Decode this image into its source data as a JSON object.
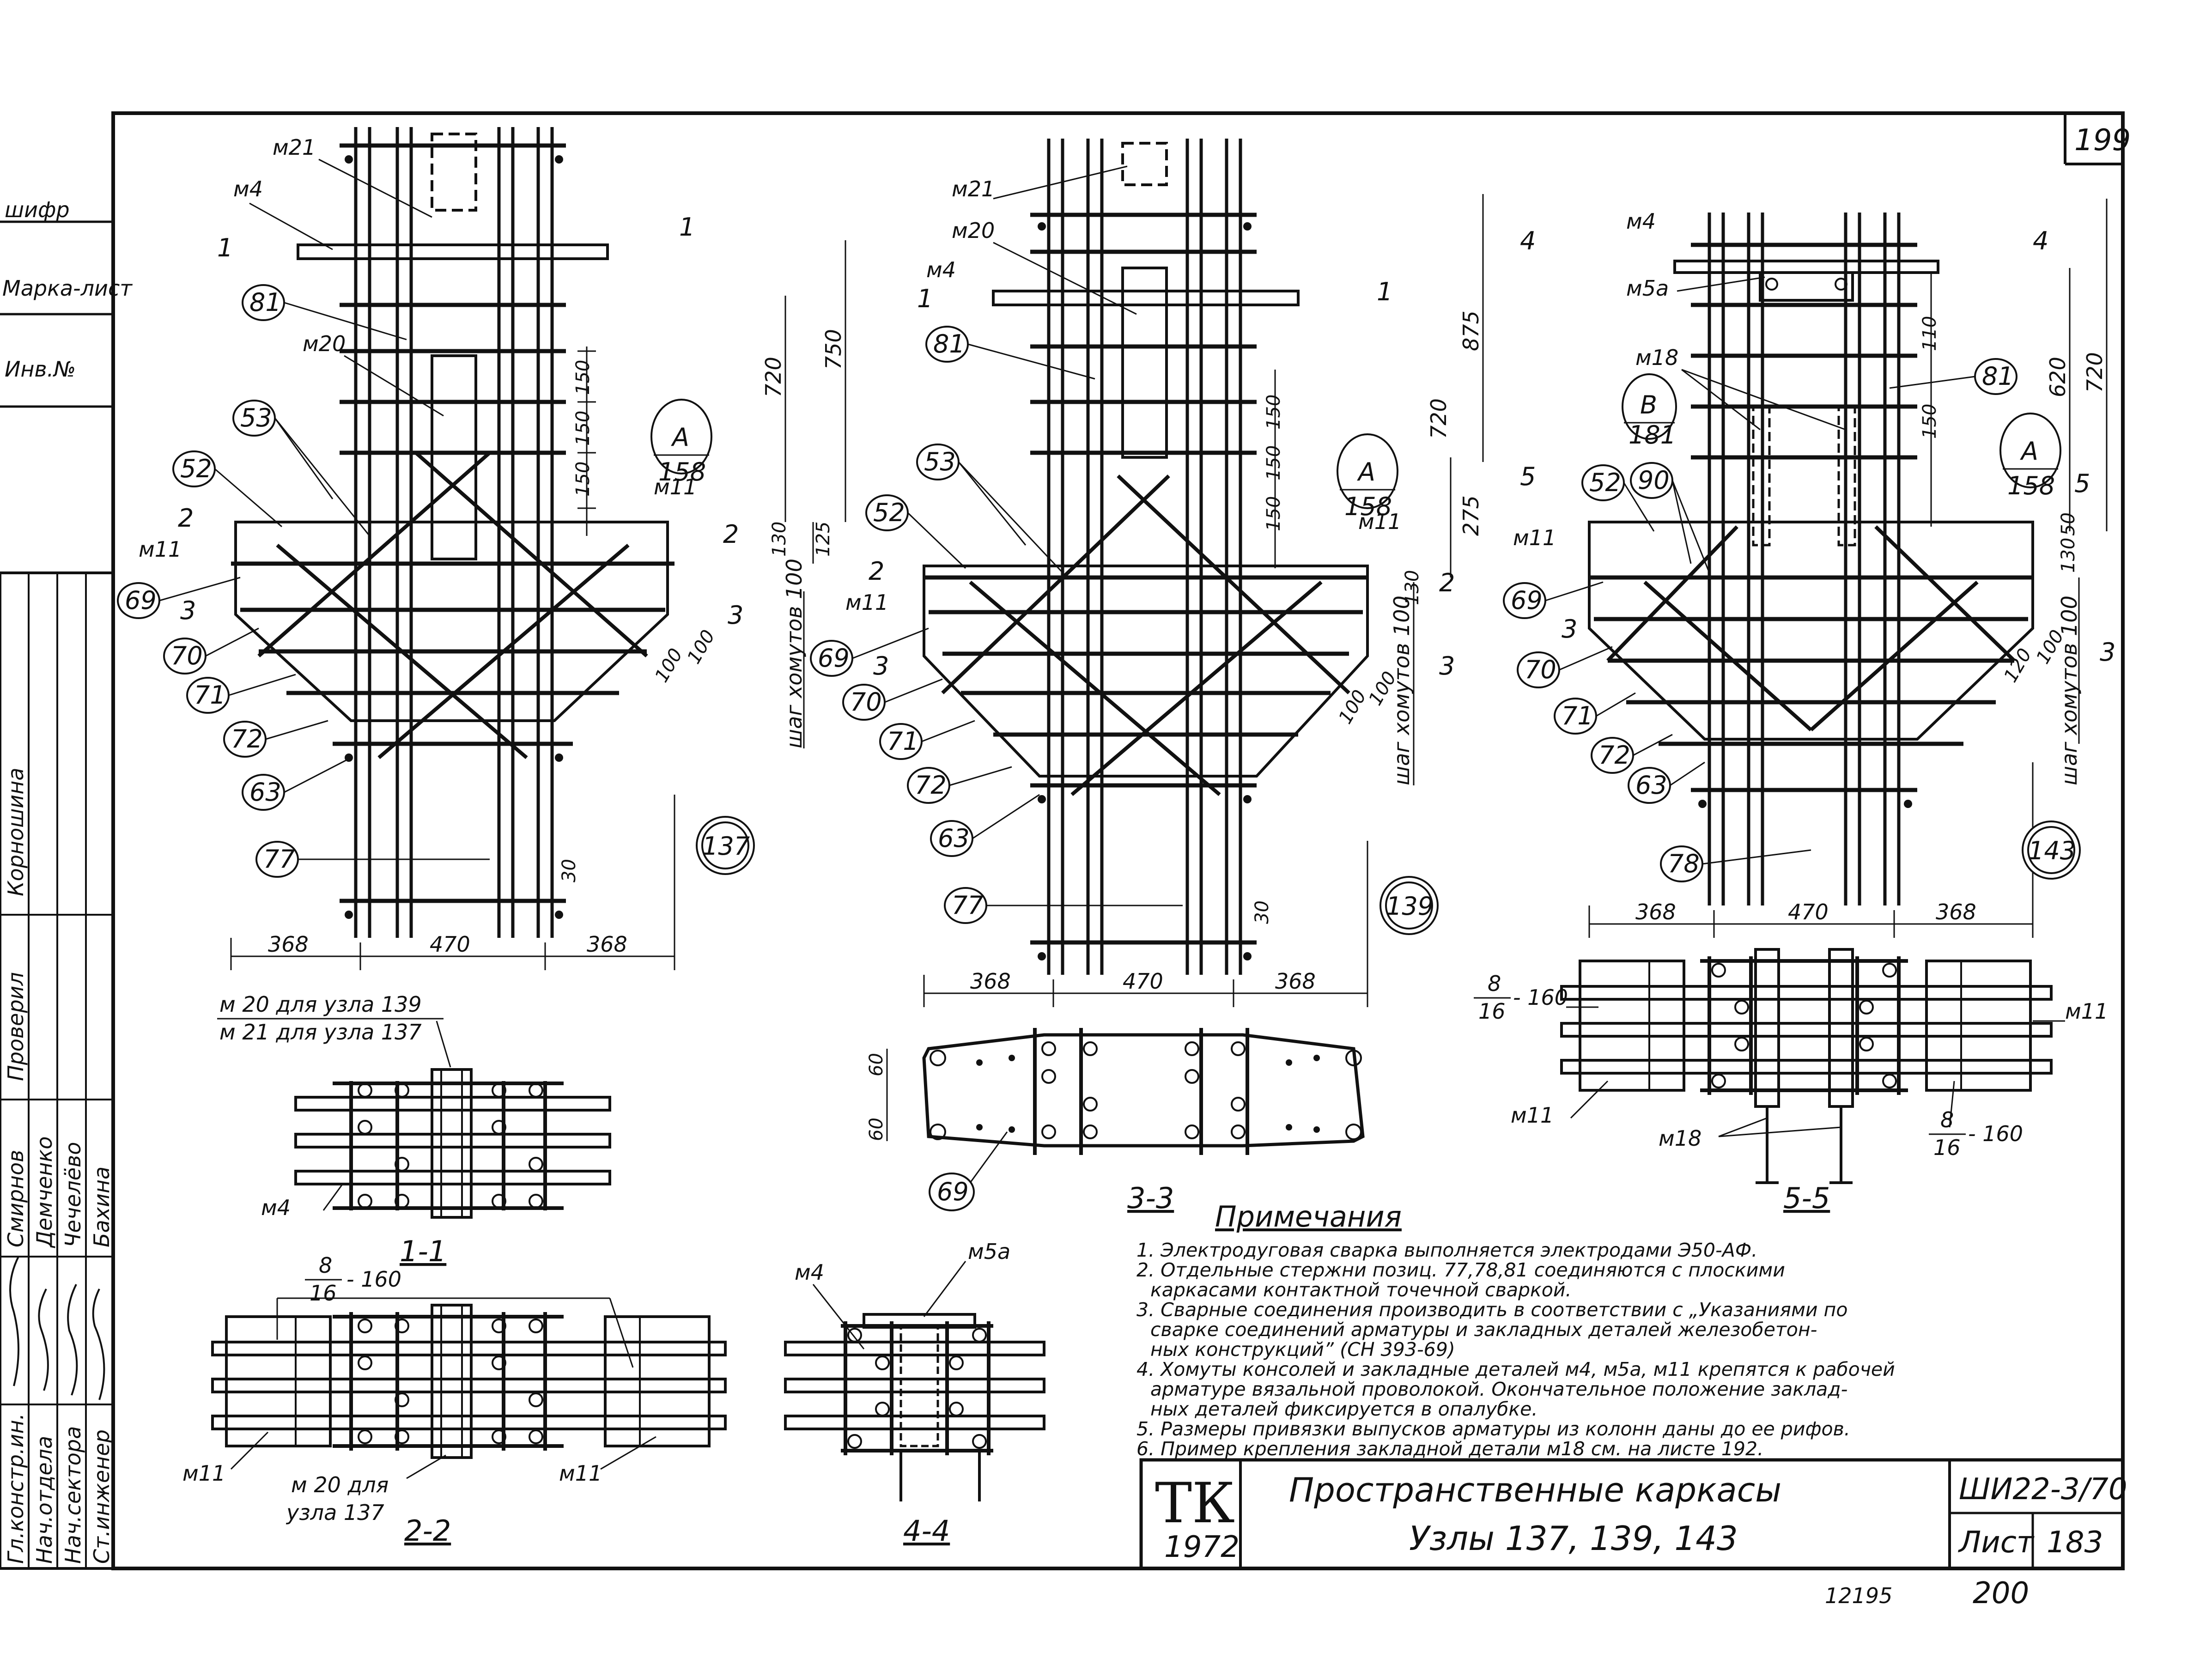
{
  "sheet": {
    "number": "199",
    "bottom_left_code": "12195",
    "bottom_right_code": "200",
    "left_tabs": [
      "шифр",
      "Марка-лист",
      "Инв.№"
    ],
    "staff": [
      {
        "role": "Гл.констр.ин.",
        "name": "Смирнов"
      },
      {
        "role": "Нач.отдела",
        "name": "Демченко"
      },
      {
        "role": "Нач.сектора",
        "name": "Чечелёво"
      },
      {
        "role": "Ст.инженер",
        "name": "Бахина"
      }
    ],
    "checked_label": "Проверил",
    "checked_name": "Корношина"
  },
  "title_block": {
    "logo_text": "ТК",
    "logo_year": "1972",
    "title_line1": "Пространственные каркасы",
    "title_line2": "Узлы 137, 139, 143",
    "series": "ШИ22-3/70",
    "sheet_label": "Лист",
    "sheet_number": "183"
  },
  "nodes": [
    {
      "id": "137",
      "marks": [
        "м21",
        "м4",
        "м20",
        "м11",
        "81",
        "53",
        "52",
        "69",
        "70",
        "71",
        "72",
        "63",
        "77"
      ],
      "dims": [
        "150",
        "150",
        "150",
        "720",
        "750",
        "130",
        "125",
        "100",
        "100",
        "30",
        "368",
        "470",
        "368"
      ],
      "stirrup_label": "шаг хомутов 100",
      "cuts": [
        "1",
        "2",
        "3"
      ]
    },
    {
      "id": "139",
      "marks": [
        "м21",
        "м20",
        "м4",
        "м11",
        "81",
        "53",
        "52",
        "69",
        "70",
        "71",
        "72",
        "63",
        "77"
      ],
      "dims": [
        "875",
        "720",
        "275",
        "150",
        "150",
        "150",
        "130",
        "100",
        "100",
        "30",
        "368",
        "470",
        "368"
      ],
      "stirrup_label": "шаг хомутов 100",
      "cuts": [
        "1",
        "2",
        "3"
      ]
    },
    {
      "id": "143",
      "marks": [
        "м4",
        "м5а",
        "м18",
        "м11",
        "81",
        "52",
        "90",
        "69",
        "70",
        "71",
        "72",
        "63",
        "78"
      ],
      "dims": [
        "110",
        "620",
        "720",
        "150",
        "50",
        "130",
        "120",
        "100",
        "368",
        "470",
        "368"
      ],
      "stirrup_label": "шаг хомутов 100",
      "cuts": [
        "4",
        "5",
        "3"
      ]
    }
  ],
  "bubble_A158": {
    "top": "А",
    "bottom": "158"
  },
  "bubble_B181": {
    "top": "В",
    "bottom": "181"
  },
  "sections": {
    "s11": {
      "title": "1-1",
      "label_a": "м 20 для узла 139",
      "label_b": "м 21 для узла 137",
      "label_m4": "м4"
    },
    "s22": {
      "title": "2-2",
      "label_frac_top": "8",
      "label_frac_bot": "16",
      "label_frac_tail": "- 160",
      "label_m11_left": "м11",
      "label_m11_right": "м11",
      "label_m20a": "м 20 для",
      "label_m20b": "узла 137"
    },
    "s33": {
      "title": "3-3",
      "dim1": "60",
      "dim2": "60",
      "mark": "69"
    },
    "s44": {
      "title": "4-4",
      "label_m4": "м4",
      "label_m5": "м5а"
    },
    "s55": {
      "title": "5-5",
      "label_frac_top": "8",
      "label_frac_bot": "16",
      "label_frac_tail": "- 160",
      "label_m11_left": "м11",
      "label_m11_right": "м11",
      "label_m18": "м18"
    }
  },
  "notes": {
    "heading": "Примечания",
    "items": [
      "1. Электродуговая сварка выполняется электродами Э50-АФ.",
      "2. Отдельные стержни позиц. 77,78,81 соединяются с плоскими",
      "каркасами контактной точечной сваркой.",
      "3. Сварные соединения производить в соответствии с „Указаниями по",
      "сварке соединений арматуры и закладных деталей железобетон-",
      "ных конструкций” (СН 393-69)",
      "4. Хомуты консолей и закладные деталей м4, м5а, м11 крепятся к рабочей",
      "арматуре вязальной проволокой. Окончательное положение заклад-",
      "ных деталей фиксируется в опалубке.",
      "5. Размеры привязки выпусков арматуры из колонн даны до ее рифов.",
      "6. Пример крепления закладной детали м18 см. на листе 192."
    ]
  }
}
